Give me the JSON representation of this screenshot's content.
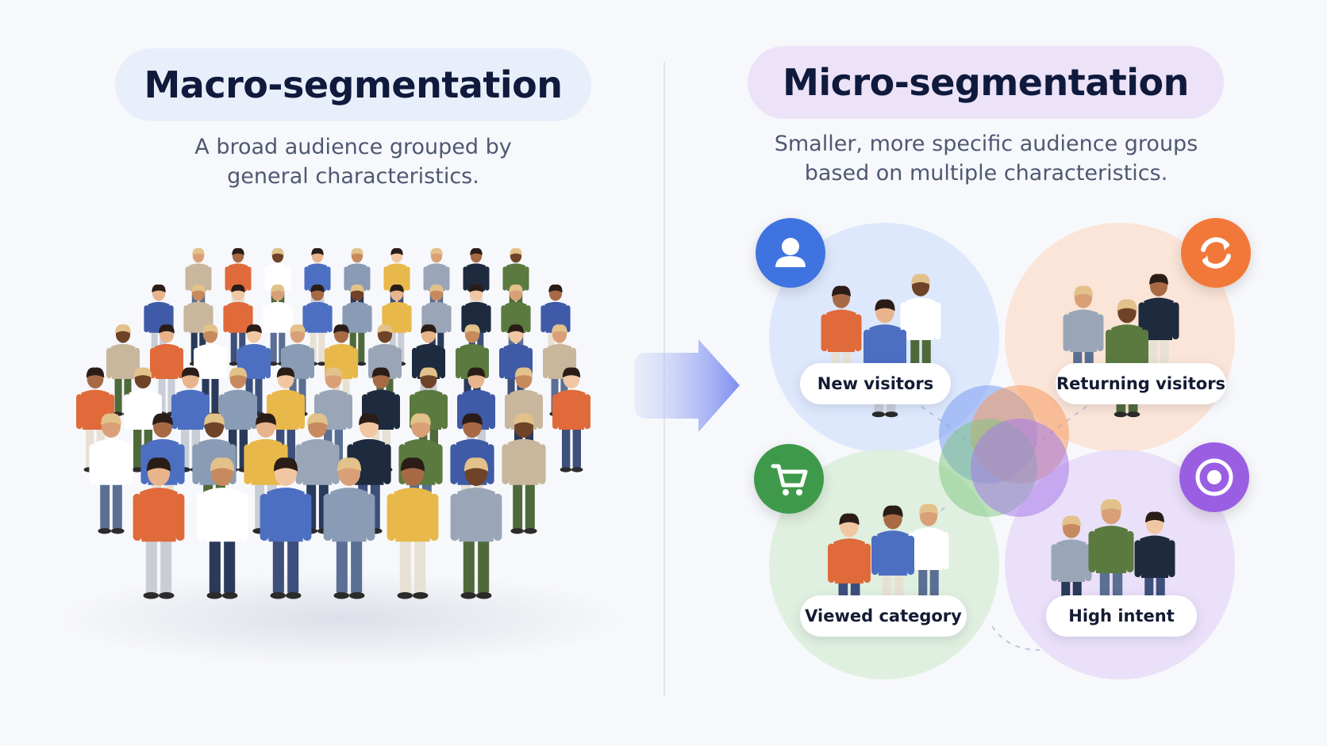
{
  "left_panel": {
    "title": "Macro-segmentation",
    "subtitle_line1": "A broad audience grouped by",
    "subtitle_line2": "general characteristics."
  },
  "right_panel": {
    "title": "Micro-segmentation",
    "subtitle_line1": "Smaller, more specific audience groups",
    "subtitle_line2": "based on multiple characteristics."
  },
  "segments": [
    {
      "label": "New visitors",
      "icon": "user-icon",
      "color": "#3f74e0"
    },
    {
      "label": "Returning visitors",
      "icon": "refresh-icon",
      "color": "#f2783a"
    },
    {
      "label": "Viewed category",
      "icon": "cart-icon",
      "color": "#3e9a4a"
    },
    {
      "label": "High intent",
      "icon": "target-icon",
      "color": "#9a5ee3"
    }
  ],
  "arrow_icon": "arrow-right-icon"
}
